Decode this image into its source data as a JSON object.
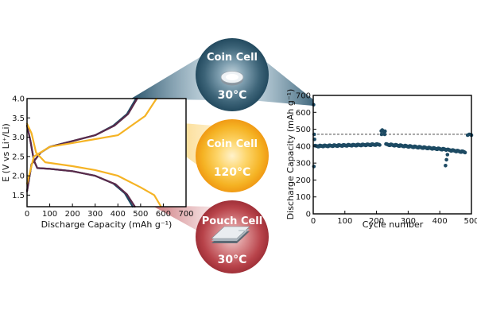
{
  "colors": {
    "coin_30": "#1d4a63",
    "coin_120": "#f5b324",
    "pouch_30": "#b8434a",
    "pouch_curve": "#5a2a4a",
    "scatter": "#1d4a63"
  },
  "badges": [
    {
      "title": "Coin Cell",
      "temp": "30°C",
      "icon": "coin-cell-icon"
    },
    {
      "title": "Coin Cell",
      "temp": "120°C",
      "icon": ""
    },
    {
      "title": "Pouch Cell",
      "temp": "30°C",
      "icon": "pouch-cell-icon"
    }
  ],
  "chart_data": [
    {
      "type": "line",
      "xlabel": "Discharge Capacity (mAh g⁻¹)",
      "ylabel": "E (V vs Li⁺/Li)",
      "xlim": [
        0,
        700
      ],
      "ylim": [
        1.2,
        4.0
      ],
      "xticks": [
        "0",
        "100",
        "200",
        "300",
        "400",
        "500",
        "600",
        "700"
      ],
      "yticks": [
        "1.5",
        "2.0",
        "2.5",
        "3.0",
        "3.5",
        "4.0"
      ],
      "series": [
        {
          "color_key": "coin_30",
          "discharge": [
            [
              0,
              3.3
            ],
            [
              15,
              2.9
            ],
            [
              30,
              2.4
            ],
            [
              45,
              2.2
            ],
            [
              100,
              2.18
            ],
            [
              200,
              2.12
            ],
            [
              300,
              2.0
            ],
            [
              380,
              1.8
            ],
            [
              430,
              1.55
            ],
            [
              465,
              1.2
            ]
          ],
          "charge": [
            [
              0,
              1.6
            ],
            [
              20,
              2.3
            ],
            [
              60,
              2.6
            ],
            [
              100,
              2.75
            ],
            [
              200,
              2.9
            ],
            [
              300,
              3.05
            ],
            [
              380,
              3.3
            ],
            [
              440,
              3.6
            ],
            [
              480,
              4.0
            ]
          ]
        },
        {
          "color_key": "pouch_curve",
          "discharge": [
            [
              0,
              3.3
            ],
            [
              15,
              2.9
            ],
            [
              30,
              2.4
            ],
            [
              45,
              2.2
            ],
            [
              100,
              2.18
            ],
            [
              200,
              2.12
            ],
            [
              300,
              2.0
            ],
            [
              390,
              1.78
            ],
            [
              440,
              1.52
            ],
            [
              475,
              1.2
            ]
          ],
          "charge": [
            [
              0,
              1.6
            ],
            [
              20,
              2.3
            ],
            [
              60,
              2.6
            ],
            [
              100,
              2.75
            ],
            [
              200,
              2.9
            ],
            [
              300,
              3.05
            ],
            [
              385,
              3.3
            ],
            [
              445,
              3.6
            ],
            [
              485,
              4.0
            ]
          ]
        },
        {
          "color_key": "coin_120",
          "discharge": [
            [
              0,
              3.35
            ],
            [
              20,
              3.1
            ],
            [
              40,
              2.6
            ],
            [
              80,
              2.35
            ],
            [
              200,
              2.25
            ],
            [
              300,
              2.15
            ],
            [
              400,
              2.0
            ],
            [
              500,
              1.7
            ],
            [
              560,
              1.5
            ],
            [
              590,
              1.2
            ]
          ],
          "charge": [
            [
              0,
              1.8
            ],
            [
              30,
              2.5
            ],
            [
              100,
              2.75
            ],
            [
              200,
              2.85
            ],
            [
              300,
              2.95
            ],
            [
              400,
              3.05
            ],
            [
              460,
              3.3
            ],
            [
              520,
              3.55
            ],
            [
              570,
              4.0
            ]
          ]
        }
      ]
    },
    {
      "type": "scatter",
      "xlabel": "Cycle number",
      "ylabel": "Discharge Capacity (mAh g⁻¹)",
      "xlim": [
        0,
        500
      ],
      "ylim": [
        0,
        700
      ],
      "xticks": [
        "0",
        "100",
        "200",
        "300",
        "400",
        "500"
      ],
      "yticks": [
        "0",
        "100",
        "200",
        "300",
        "400",
        "500",
        "600",
        "700"
      ],
      "reference_line": 470,
      "segments": [
        {
          "from": 5,
          "to": 212,
          "start": 400,
          "end": 410
        },
        {
          "from": 230,
          "to": 420,
          "start": 410,
          "end": 380
        },
        {
          "from": 425,
          "to": 480,
          "start": 378,
          "end": 365
        }
      ],
      "outliers": [
        {
          "x": 1,
          "y": 645
        },
        {
          "x": 2,
          "y": 280
        },
        {
          "x": 3,
          "y": 470
        },
        {
          "x": 4,
          "y": 440
        },
        {
          "x": 215,
          "y": 490
        },
        {
          "x": 218,
          "y": 495
        },
        {
          "x": 221,
          "y": 490
        },
        {
          "x": 224,
          "y": 485
        },
        {
          "x": 227,
          "y": 488
        },
        {
          "x": 216,
          "y": 470
        },
        {
          "x": 226,
          "y": 470
        },
        {
          "x": 418,
          "y": 285
        },
        {
          "x": 421,
          "y": 320
        },
        {
          "x": 424,
          "y": 350
        },
        {
          "x": 488,
          "y": 465
        },
        {
          "x": 493,
          "y": 470
        },
        {
          "x": 498,
          "y": 468
        },
        {
          "x": 500,
          "y": 465
        }
      ]
    }
  ]
}
